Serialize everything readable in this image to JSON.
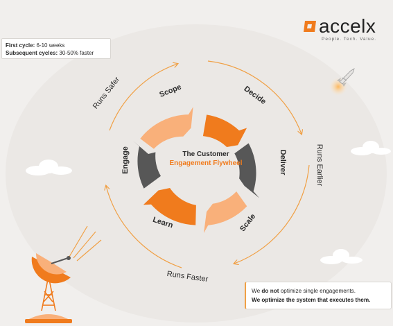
{
  "cycle_note": {
    "line1_label": "First cycle:",
    "line1_value": "6-10 weeks",
    "line2_label": "Subsequent cycles:",
    "line2_value": "30-50% faster"
  },
  "brand": {
    "name": "accelx",
    "tagline": "People. Tech. Value.",
    "accent": "#f07b1d"
  },
  "flywheel": {
    "center_line1": "The Customer",
    "center_line2": "Engagement Flywheel",
    "stages": [
      "Scope",
      "Decide",
      "Deliver",
      "Scale",
      "Learn",
      "Engage"
    ]
  },
  "outer_labels": {
    "top_left": "Runs Safer",
    "right": "Runs Earlier",
    "bottom": "Runs Faster"
  },
  "message": {
    "line1_pre": "We ",
    "line1_bold": "do not",
    "line1_post": " optimize single engagements.",
    "line2": "We optimize the system that executes them."
  },
  "colors": {
    "orange": "#f07b1d",
    "light_orange": "#f9b07a",
    "dark_gray": "#575757",
    "arc": "#f0a045",
    "background": "#f1efed"
  }
}
